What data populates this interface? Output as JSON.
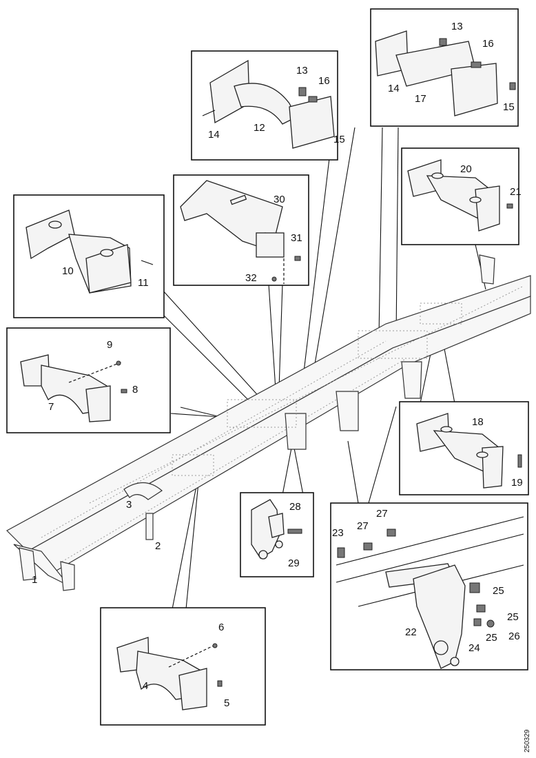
{
  "diagram": {
    "document_id": "250329",
    "callouts": [
      "1",
      "2",
      "3",
      "4",
      "5",
      "6",
      "7",
      "8",
      "9",
      "10",
      "11",
      "12",
      "13",
      "14",
      "15",
      "16",
      "17",
      "18",
      "19",
      "20",
      "21",
      "22",
      "23",
      "24",
      "25",
      "26",
      "27",
      "28",
      "29",
      "30",
      "31",
      "32"
    ]
  }
}
